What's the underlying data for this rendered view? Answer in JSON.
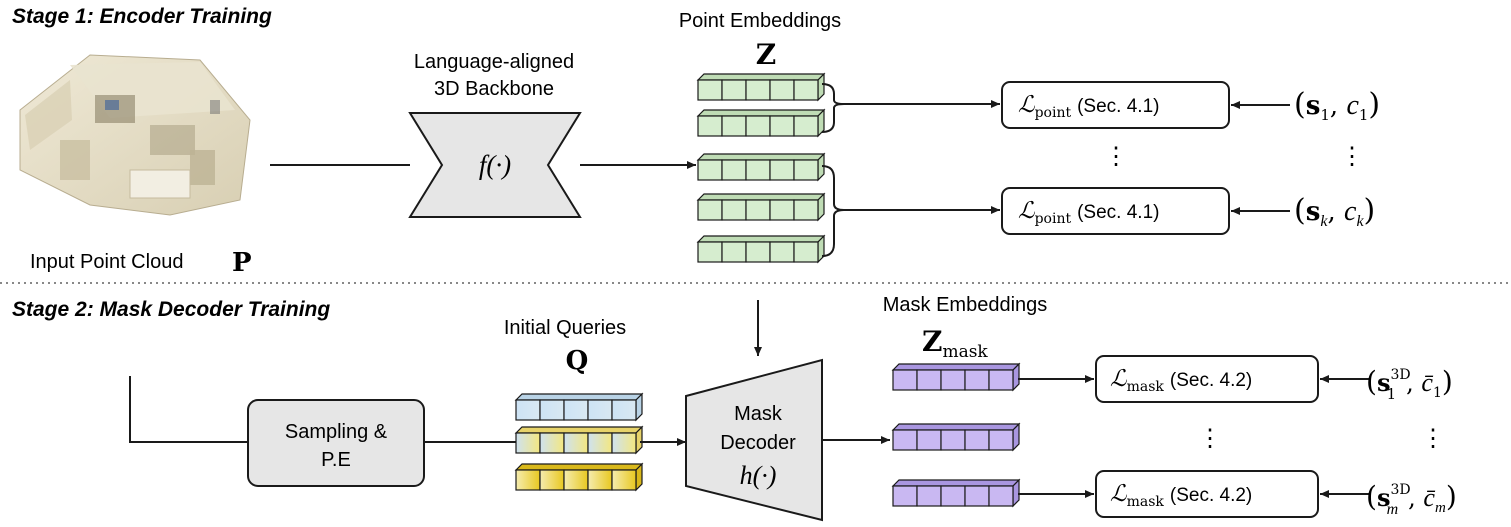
{
  "stage1": {
    "title": "Stage 1: Encoder Training",
    "input_label": "Input Point Cloud",
    "input_symbol": "P",
    "backbone_label_line1": "Language-aligned",
    "backbone_label_line2": "3D Backbone",
    "backbone_fn": "f(·)",
    "embeddings_label": "Point Embeddings",
    "embeddings_symbol": "Z",
    "losses": [
      {
        "name": "point",
        "ref": "(Sec. 4.1)",
        "target_s": "s",
        "target_s_sub": "1",
        "target_c": "c",
        "target_c_sub": "1"
      },
      {
        "name": "point",
        "ref": "(Sec. 4.1)",
        "target_s": "s",
        "target_s_sub": "k",
        "target_c": "c",
        "target_c_sub": "k"
      }
    ],
    "ellipsis": "⋮"
  },
  "stage2": {
    "title": "Stage 2: Mask Decoder Training",
    "sampling_line1": "Sampling &",
    "sampling_line2": "P.E",
    "queries_label": "Initial Queries",
    "queries_symbol": "Q",
    "decoder_line1": "Mask",
    "decoder_line2": "Decoder",
    "decoder_fn": "h(·)",
    "embeddings_label": "Mask Embeddings",
    "embeddings_symbol": "Z",
    "embeddings_sub": "mask",
    "losses": [
      {
        "name": "mask",
        "ref": "(Sec. 4.2)",
        "target_s": "s",
        "target_s_sup": "3D",
        "target_s_sub": "1",
        "target_c": "c̄",
        "target_c_sub": "1"
      },
      {
        "name": "mask",
        "ref": "(Sec. 4.2)",
        "target_s": "s",
        "target_s_sup": "3D",
        "target_s_sub": "m",
        "target_c": "c̄",
        "target_c_sub": "m"
      }
    ],
    "ellipsis": "⋮"
  },
  "colors": {
    "point_embed": "#d6edcf",
    "point_embed_side": "#bfdcb5",
    "mask_embed": "#c9b8f2",
    "mask_embed_side": "#a996e0",
    "query_blue": "#c8e2f5",
    "query_yellow": "#f2e070",
    "block_fill": "#e6e6e6",
    "stroke": "#1a1a1a"
  }
}
